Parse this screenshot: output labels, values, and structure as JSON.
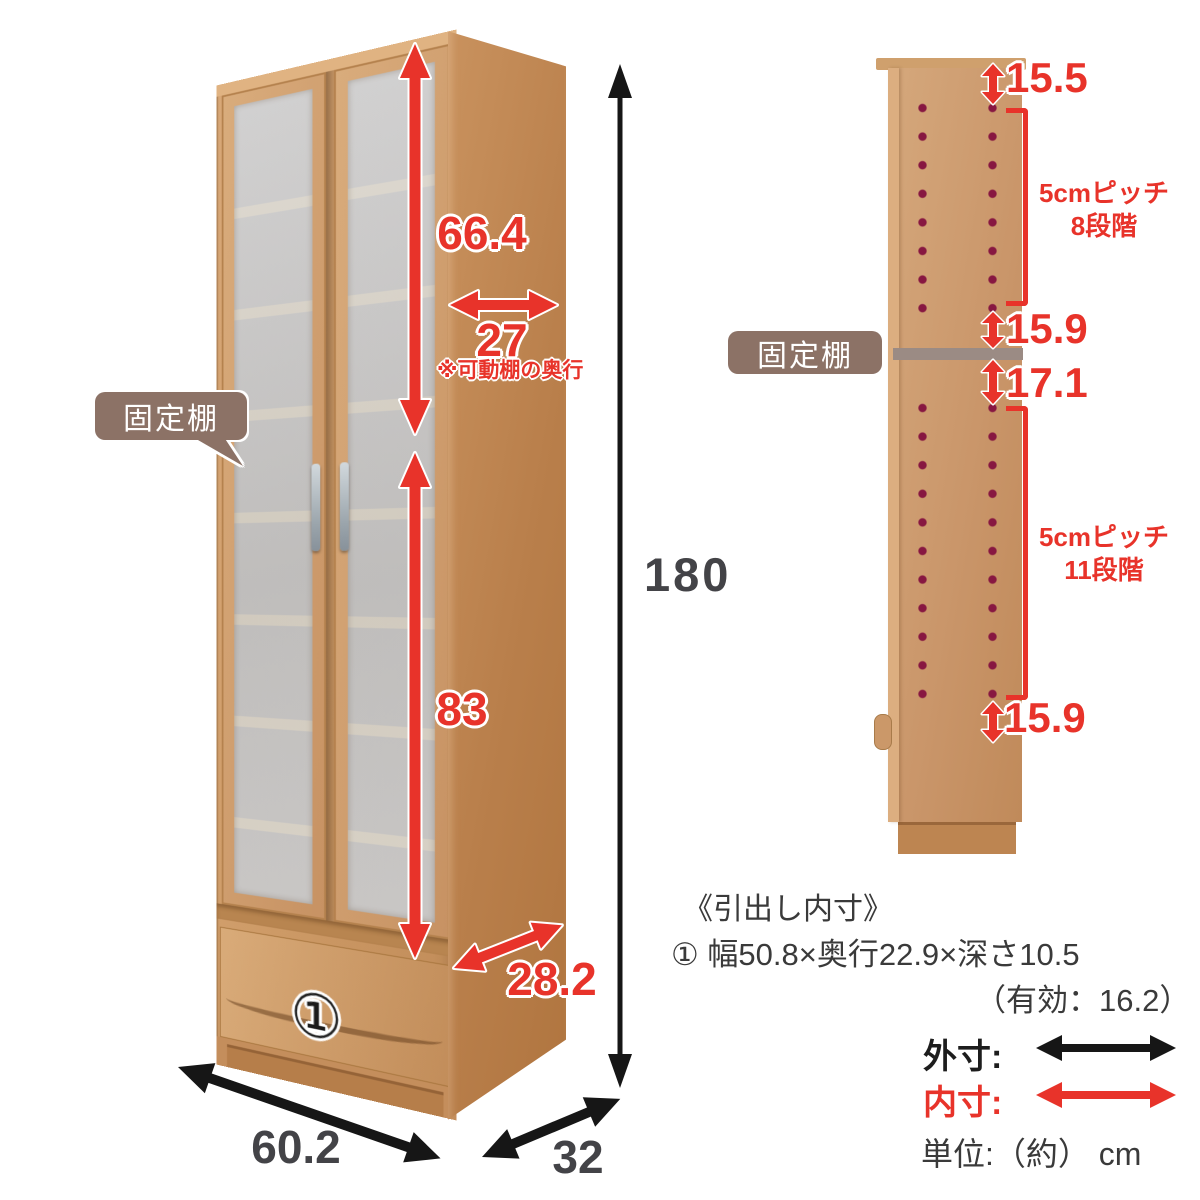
{
  "front_view": {
    "drawer_number": "①",
    "dim_inner_upper": "66.4",
    "dim_shelf_depth": "27",
    "shelf_depth_note": "※可動棚の奥行",
    "fixed_shelf_label": "固定棚",
    "dim_inner_lower": "83",
    "dim_drawer_diagonal": "28.2",
    "dim_total_height": "180",
    "dim_width": "60.2",
    "dim_depth": "32"
  },
  "side_view": {
    "fixed_shelf_label": "固定棚",
    "dim_top_offset": "15.5",
    "upper_pitch": {
      "line1": "5cmピッチ",
      "line2": "8段階"
    },
    "dim_above_fixed_shelf": "15.9",
    "dim_below_fixed_shelf": "17.1",
    "lower_pitch": {
      "line1": "5cmピッチ",
      "line2": "11段階"
    },
    "dim_bottom_offset": "15.9"
  },
  "notes": {
    "drawer_title": "《引出し内寸》",
    "drawer_spec": "① 幅50.8×奥行22.9×深さ10.5",
    "drawer_effective": "（有効：16.2）",
    "legend_outer_label": "外寸:",
    "legend_inner_label": "内寸:",
    "unit_label": "単位:（約） cm"
  },
  "colors": {
    "dimension_red": "#e8332a",
    "dimension_black": "#161616",
    "number_gray": "#434347",
    "callout_bg": "#8c7266",
    "pitch_dot": "#871741",
    "fixed_shelf_band": "#9b8b84",
    "wood_light": "#d8a878",
    "wood_dark": "#b97f4b"
  }
}
